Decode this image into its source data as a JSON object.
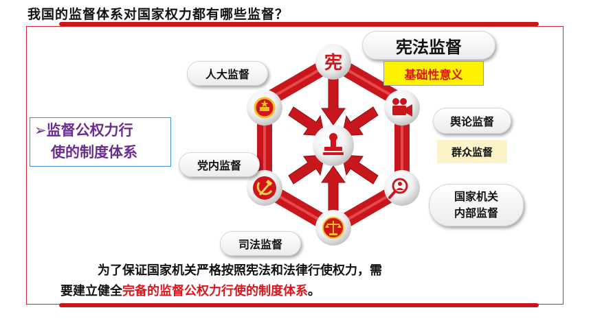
{
  "title": "我国的监督体系对国家权力都有哪些监督？",
  "left_box": {
    "arrow": "➢",
    "line1": "监督公权力行",
    "line2": "使的制度体系"
  },
  "labels": {
    "constitution": "宪法监督",
    "basic_significance": "基础性意义",
    "npc": "人大监督",
    "public_opinion": "舆论监督",
    "masses": "群众监督",
    "party": "党内监督",
    "internal": [
      "国家机关",
      "内部监督"
    ],
    "judicial": "司法监督"
  },
  "hub": {
    "top_char": "宪"
  },
  "paragraph": {
    "line1": "为了保证国家机关严格按照宪法和法律行使权力，需",
    "line2_prefix": "要建立健全",
    "line2_red": "完备的监督公权力行使的制度体系",
    "line2_suffix": "。"
  },
  "colors": {
    "accent_red": "#c8161d",
    "highlight_yellow": "#fff200",
    "purple_text": "#6b2c91"
  }
}
